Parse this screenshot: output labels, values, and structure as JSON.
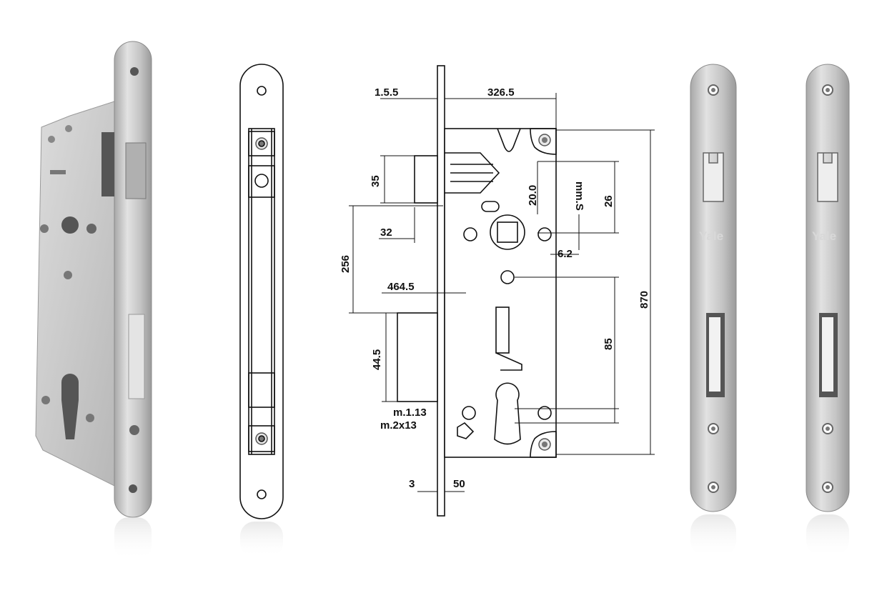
{
  "colors": {
    "steel": "#cfcfcf",
    "steel_dark": "#8f8f8f",
    "line": "#111111",
    "background": "#ffffff"
  },
  "drawing": {
    "dimensions": {
      "backset_top": "1.5.5",
      "width": "326.5",
      "latch_height": "35",
      "spindle_offset": "20.0",
      "spindle_width": "mm.S",
      "upper_distance": "26",
      "latch_projection": "32",
      "spindle_to_latch": "256",
      "hole_offset": "6.2",
      "deadbolt_offset": "464.5",
      "total_height": "870",
      "center_distance": "85",
      "deadbolt_height": "44.5",
      "screw_spec_1": "m.1.13",
      "screw_spec_2": "m.2x13",
      "faceplate_thickness": "3",
      "faceplate_width": "50"
    }
  },
  "faceplates": {
    "brand_left": "Yale",
    "brand_right": "Yale"
  },
  "icons": [
    "screw-icon"
  ]
}
